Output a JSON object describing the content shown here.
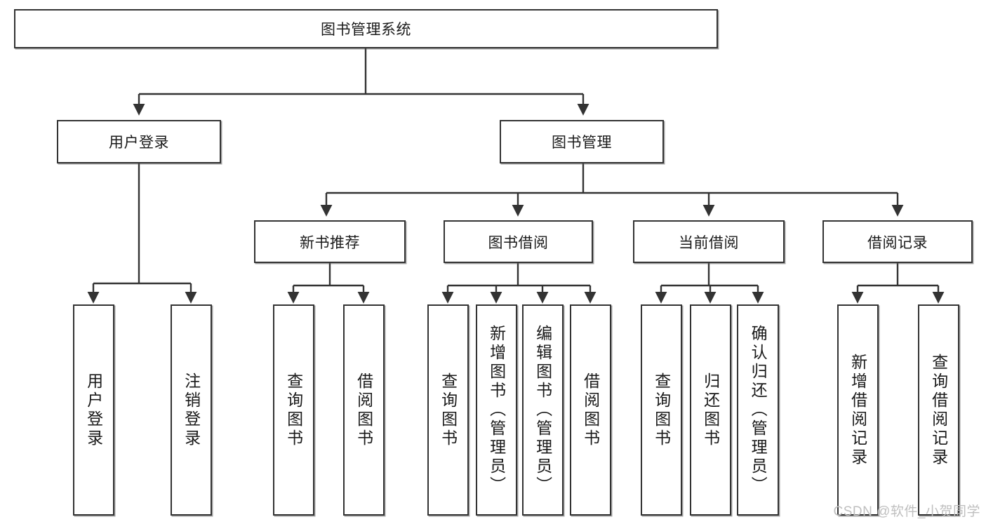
{
  "diagram": {
    "title": "图书管理系统",
    "watermark": "CSDN @软件_小贺同学",
    "line_color": "#333333",
    "box_fill": "#ffffff",
    "box_border": "#333333",
    "text_color": "#1a1a1a",
    "root": {
      "label": "图书管理系统"
    },
    "level2": [
      {
        "label": "用户登录"
      },
      {
        "label": "图书管理"
      }
    ],
    "level3": [
      {
        "label": "新书推荐"
      },
      {
        "label": "图书借阅"
      },
      {
        "label": "当前借阅"
      },
      {
        "label": "借阅记录"
      }
    ],
    "leaves": [
      {
        "label": "用户登录",
        "parent": "用户登录"
      },
      {
        "label": "注销登录",
        "parent": "用户登录"
      },
      {
        "label": "查询图书",
        "parent": "新书推荐"
      },
      {
        "label": "借阅图书",
        "parent": "新书推荐"
      },
      {
        "label": "查询图书",
        "parent": "图书借阅"
      },
      {
        "label": "新增图书（管理员）",
        "parent": "图书借阅"
      },
      {
        "label": "编辑图书（管理员）",
        "parent": "图书借阅"
      },
      {
        "label": "借阅图书",
        "parent": "图书借阅"
      },
      {
        "label": "查询图书",
        "parent": "当前借阅"
      },
      {
        "label": "归还图书",
        "parent": "当前借阅"
      },
      {
        "label": "确认归还（管理员）",
        "parent": "当前借阅"
      },
      {
        "label": "新增借阅记录",
        "parent": "借阅记录"
      },
      {
        "label": "查询借阅记录",
        "parent": "借阅记录"
      }
    ]
  }
}
